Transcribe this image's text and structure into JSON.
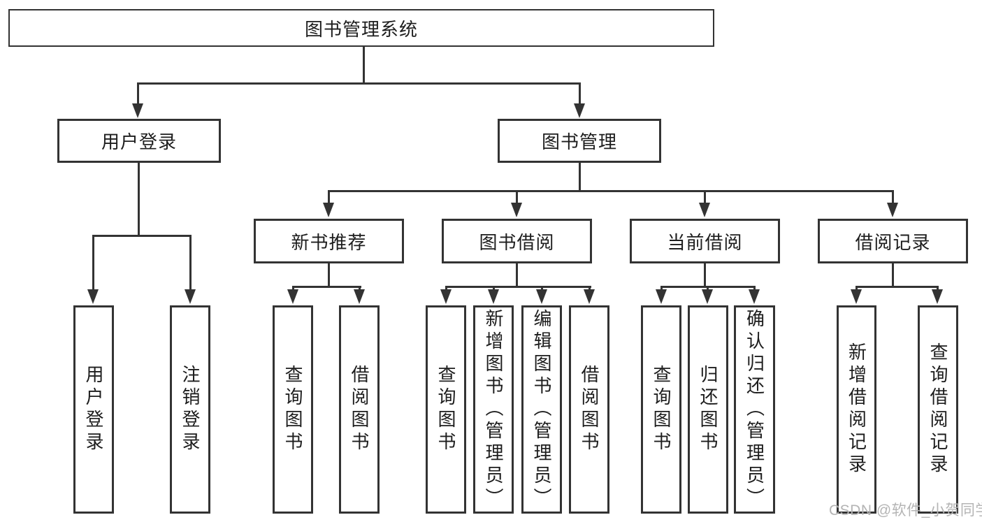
{
  "diagram": {
    "root": {
      "label": "图书管理系统"
    },
    "level1": [
      {
        "label": "用户登录"
      },
      {
        "label": "图书管理"
      }
    ],
    "level2": [
      {
        "label": "新书推荐"
      },
      {
        "label": "图书借阅"
      },
      {
        "label": "当前借阅"
      },
      {
        "label": "借阅记录"
      }
    ],
    "leaves": {
      "user_login": [
        "用户登录",
        "注销登录"
      ],
      "new_book_recommend": [
        "查询图书",
        "借阅图书"
      ],
      "book_borrow": [
        "查询图书",
        "新增图书（管理员）",
        "编辑图书（管理员）",
        "借阅图书"
      ],
      "current_borrow": [
        "查询图书",
        "归还图书",
        "确认归还（管理员）"
      ],
      "borrow_records": [
        "新增借阅记录",
        "查询借阅记录"
      ]
    },
    "watermark": "CSDN @软件_小贺同学",
    "colors": {
      "line": "#333333",
      "text": "#1d1d1d",
      "background": "#ffffff",
      "watermark": "#b4b4b4"
    }
  }
}
